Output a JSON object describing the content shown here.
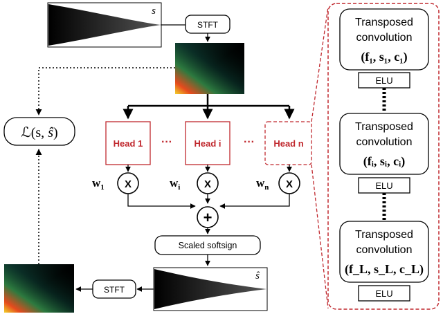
{
  "diagram": {
    "signal_in_label": "s",
    "signal_out_label": "ŝ",
    "stft_top_label": "STFT",
    "stft_bottom_label": "STFT",
    "loss": {
      "prefix": "ℒ(s, ",
      "hat": "ŝ",
      "suffix": ")"
    },
    "heads": [
      {
        "label": "Head 1",
        "weight_base": "w",
        "weight_sub": "1"
      },
      {
        "label": "Head i",
        "weight_base": "w",
        "weight_sub": "i"
      },
      {
        "label": "Head n",
        "weight_base": "w",
        "weight_sub": "n"
      }
    ],
    "ellipsis": "···",
    "multiply_symbol": "X",
    "sum_symbol": "+",
    "softsign_label": "Scaled softsign",
    "detail_blocks": [
      {
        "line1": "Transposed",
        "line2": "convolution",
        "params": "(f₁, s₁, c₁)",
        "activation": "ELU"
      },
      {
        "line1": "Transposed",
        "line2": "convolution",
        "params": "(fᵢ, sᵢ, cᵢ)",
        "activation": "ELU"
      },
      {
        "line1": "Transposed",
        "line2": "convolution",
        "params": "(f_L, s_L, c_L)",
        "activation": "ELU"
      }
    ],
    "colors": {
      "head_accent": "#c0282e",
      "detail_border": "#c0282e",
      "line": "#000000"
    }
  }
}
